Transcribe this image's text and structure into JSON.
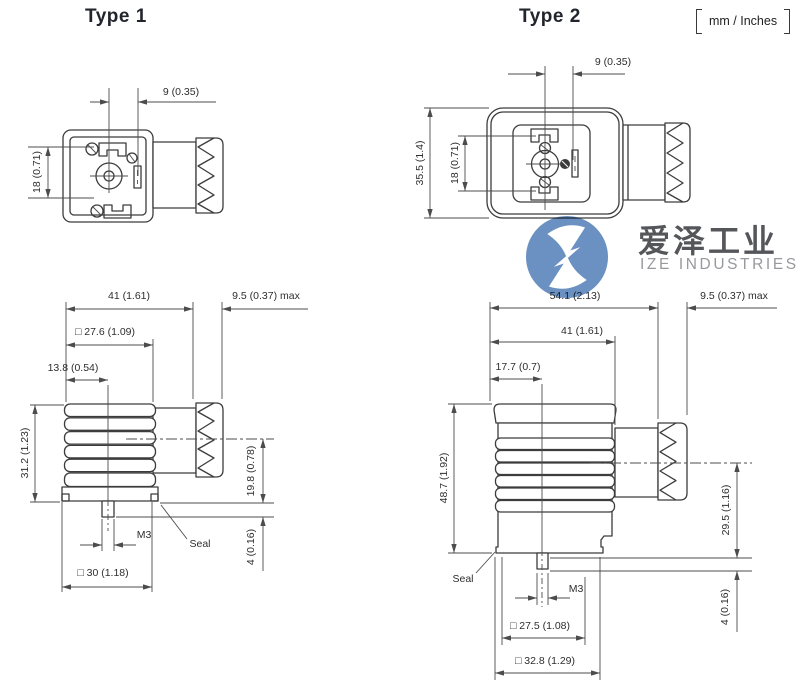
{
  "header": {
    "type1_title": "Type 1",
    "type2_title": "Type 2",
    "units_label": "mm / Inches"
  },
  "watermark": {
    "cn_text": "爱泽工业",
    "en_text": "IZE INDUSTRIES",
    "logo_color": "#6a91c2"
  },
  "type1": {
    "top_view": {
      "dim_width_offset": "9 (0.35)",
      "dim_height_contacts": "18 (0.71)"
    },
    "side_view": {
      "dim_length_body": "41 (1.61)",
      "dim_gland_length": "9.5 (0.37) max",
      "dim_square_small": "□ 27.6 (1.09)",
      "dim_pin_offset": "13.8 (0.54)",
      "dim_height": "31.2 (1.23)",
      "dim_gland_height": "19.8 (0.78)",
      "dim_seal_thickness": "4 (0.16)",
      "dim_square_base": "□ 30 (1.18)",
      "label_thread": "M3",
      "label_seal": "Seal"
    }
  },
  "type2": {
    "top_view": {
      "dim_width_offset": "9 (0.35)",
      "dim_height_housing": "35.5 (1.4)",
      "dim_height_contacts": "18 (0.71)"
    },
    "side_view": {
      "dim_length_total": "54.1 (2.13)",
      "dim_gland_length": "9.5 (0.37) max",
      "dim_length_body": "41 (1.61)",
      "dim_pin_offset": "17.7 (0.7)",
      "dim_height": "48.7 (1.92)",
      "dim_gland_height": "29.5 (1.16)",
      "dim_seal_thickness": "4 (0.16)",
      "dim_square_small": "□ 27.5 (1.08)",
      "dim_square_base": "□ 32.8 (1.29)",
      "label_thread": "M3",
      "label_seal": "Seal"
    }
  }
}
